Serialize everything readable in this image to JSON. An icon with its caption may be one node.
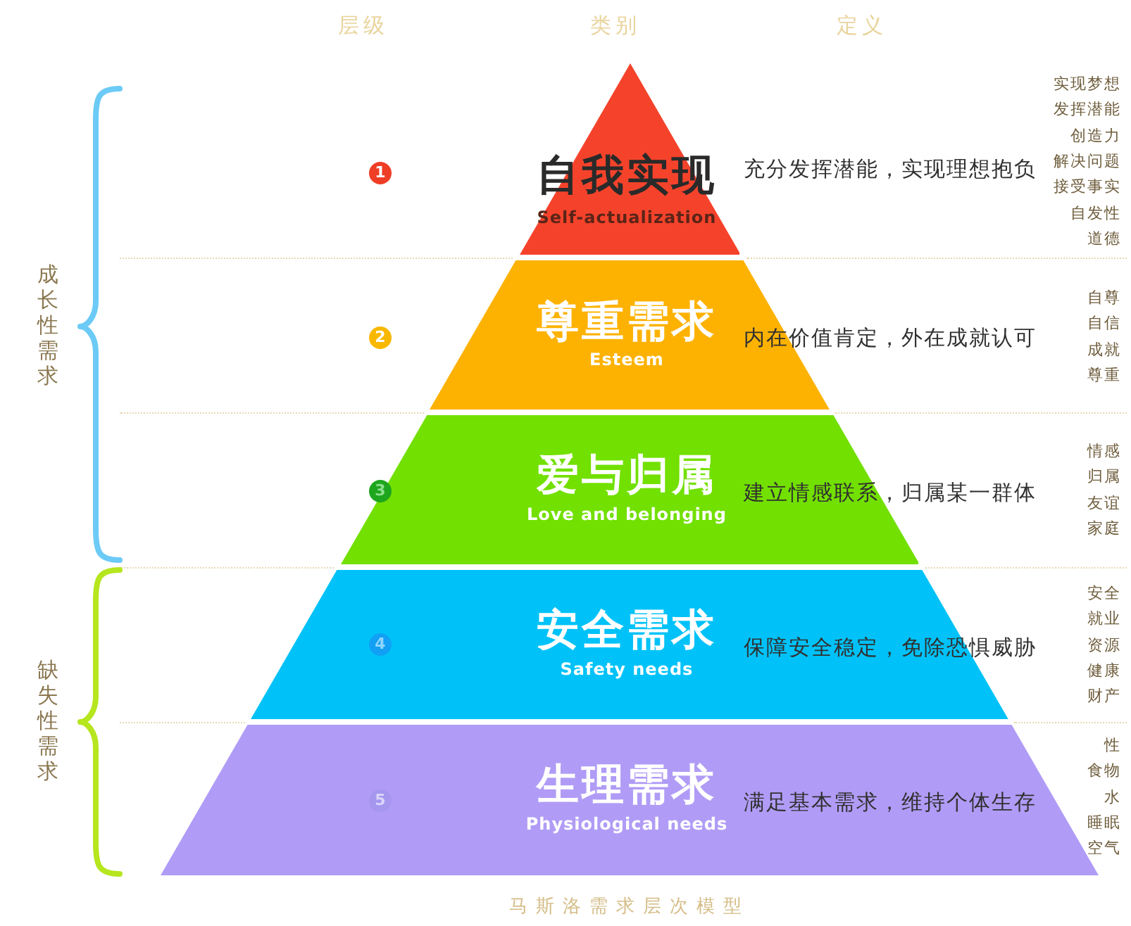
{
  "diagram": {
    "caption": "马斯洛需求层次模型",
    "nodes": [
      {
        "text": [
          "自我实现",
          "Self-actualization",
          "充分发挥潜能，实现理想抱负"
        ],
        "beside": [
          "实现梦想",
          "发挥潜能",
          "创造力",
          "解决问题",
          "接受事实",
          "自发性",
          "道德"
        ]
      },
      {
        "text": [
          "尊重需求",
          "Esteem",
          "内在价值肯定，外在成就认可"
        ],
        "beside": [
          "自尊",
          "自信",
          "成就",
          "尊重"
        ]
      },
      {
        "text": [
          "爱与归属",
          "Love and belonging",
          "建立情感联系，归属某一群体"
        ],
        "beside": [
          "情感",
          "归属",
          "友谊",
          "家庭"
        ]
      },
      {
        "text": [
          "安全需求",
          "Safety needs",
          "保障安全稳定，免除恐惧威胁"
        ],
        "beside": [
          "安全",
          "就业",
          "资源",
          "健康",
          "财产"
        ]
      },
      {
        "text": [
          "生理需求",
          "Physiological needs",
          "满足基本需求，维持个体生存"
        ],
        "beside": [
          "性",
          "食物",
          "水",
          "睡眠",
          "空气"
        ]
      }
    ],
    "labels": [
      "层级",
      "类别",
      "定义",
      "1",
      "2",
      "3",
      "4",
      "5",
      "成长性需求",
      "缺失性需求"
    ]
  }
}
